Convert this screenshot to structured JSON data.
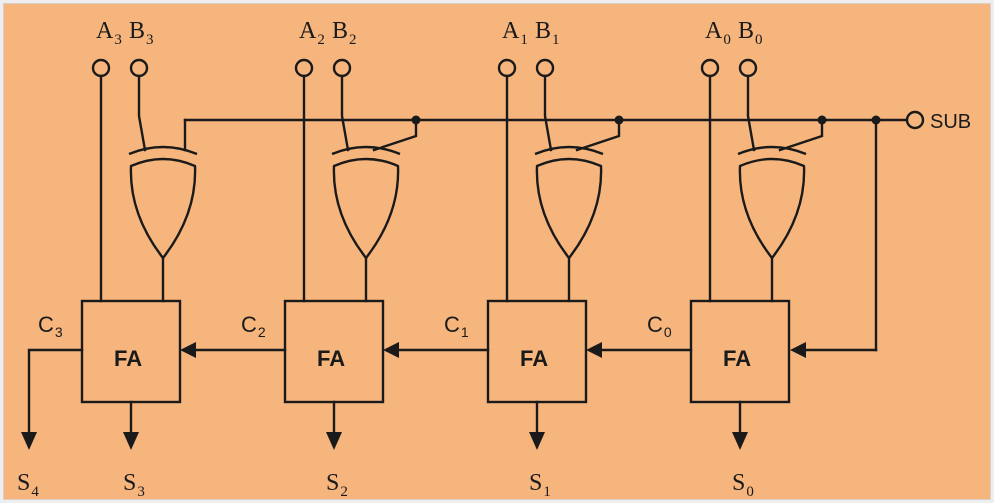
{
  "diagram": {
    "sub_label": "SUB",
    "block_label": "FA",
    "stages": [
      {
        "a_label": "A",
        "a_sub": "3",
        "b_label": "B",
        "b_sub": "3",
        "sum_label": "S",
        "sum_sub": "3",
        "carry_label": "C",
        "carry_sub": "3"
      },
      {
        "a_label": "A",
        "a_sub": "2",
        "b_label": "B",
        "b_sub": "2",
        "sum_label": "S",
        "sum_sub": "2",
        "carry_label": "C",
        "carry_sub": "2"
      },
      {
        "a_label": "A",
        "a_sub": "1",
        "b_label": "B",
        "b_sub": "1",
        "sum_label": "S",
        "sum_sub": "1",
        "carry_label": "C",
        "carry_sub": "1"
      },
      {
        "a_label": "A",
        "a_sub": "0",
        "b_label": "B",
        "b_sub": "0",
        "sum_label": "S",
        "sum_sub": "0",
        "carry_label": "C",
        "carry_sub": "0"
      }
    ],
    "final_sum_label": "S",
    "final_sum_sub": "4",
    "colors": {
      "background": "#f6b57d",
      "ink": "#1a1a1a"
    }
  }
}
